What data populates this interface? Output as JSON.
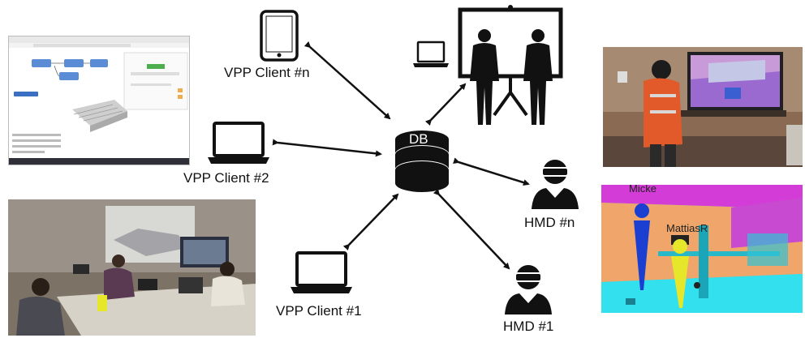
{
  "center": {
    "label": "DB"
  },
  "clients": {
    "vpp_n": "VPP Client #n",
    "vpp_2": "VPP Client #2",
    "vpp_1": "VPP Client #1",
    "hmd_n": "HMD #n",
    "hmd_1": "HMD #1"
  },
  "vr_scene": {
    "user_a": "Micke",
    "user_b": "MattiasR"
  },
  "colors": {
    "arrow": "#111111",
    "db": "#111111",
    "vr_magenta": "#d43cd8",
    "vr_cyan": "#2fd6e6",
    "vr_blue": "#1a3fd1",
    "vr_yellow": "#e6e62a"
  },
  "icons": [
    "tablet-icon",
    "laptop-icon",
    "presentation-screen-icon",
    "person-silhouette-icon",
    "vr-headset-user-icon",
    "database-icon"
  ]
}
